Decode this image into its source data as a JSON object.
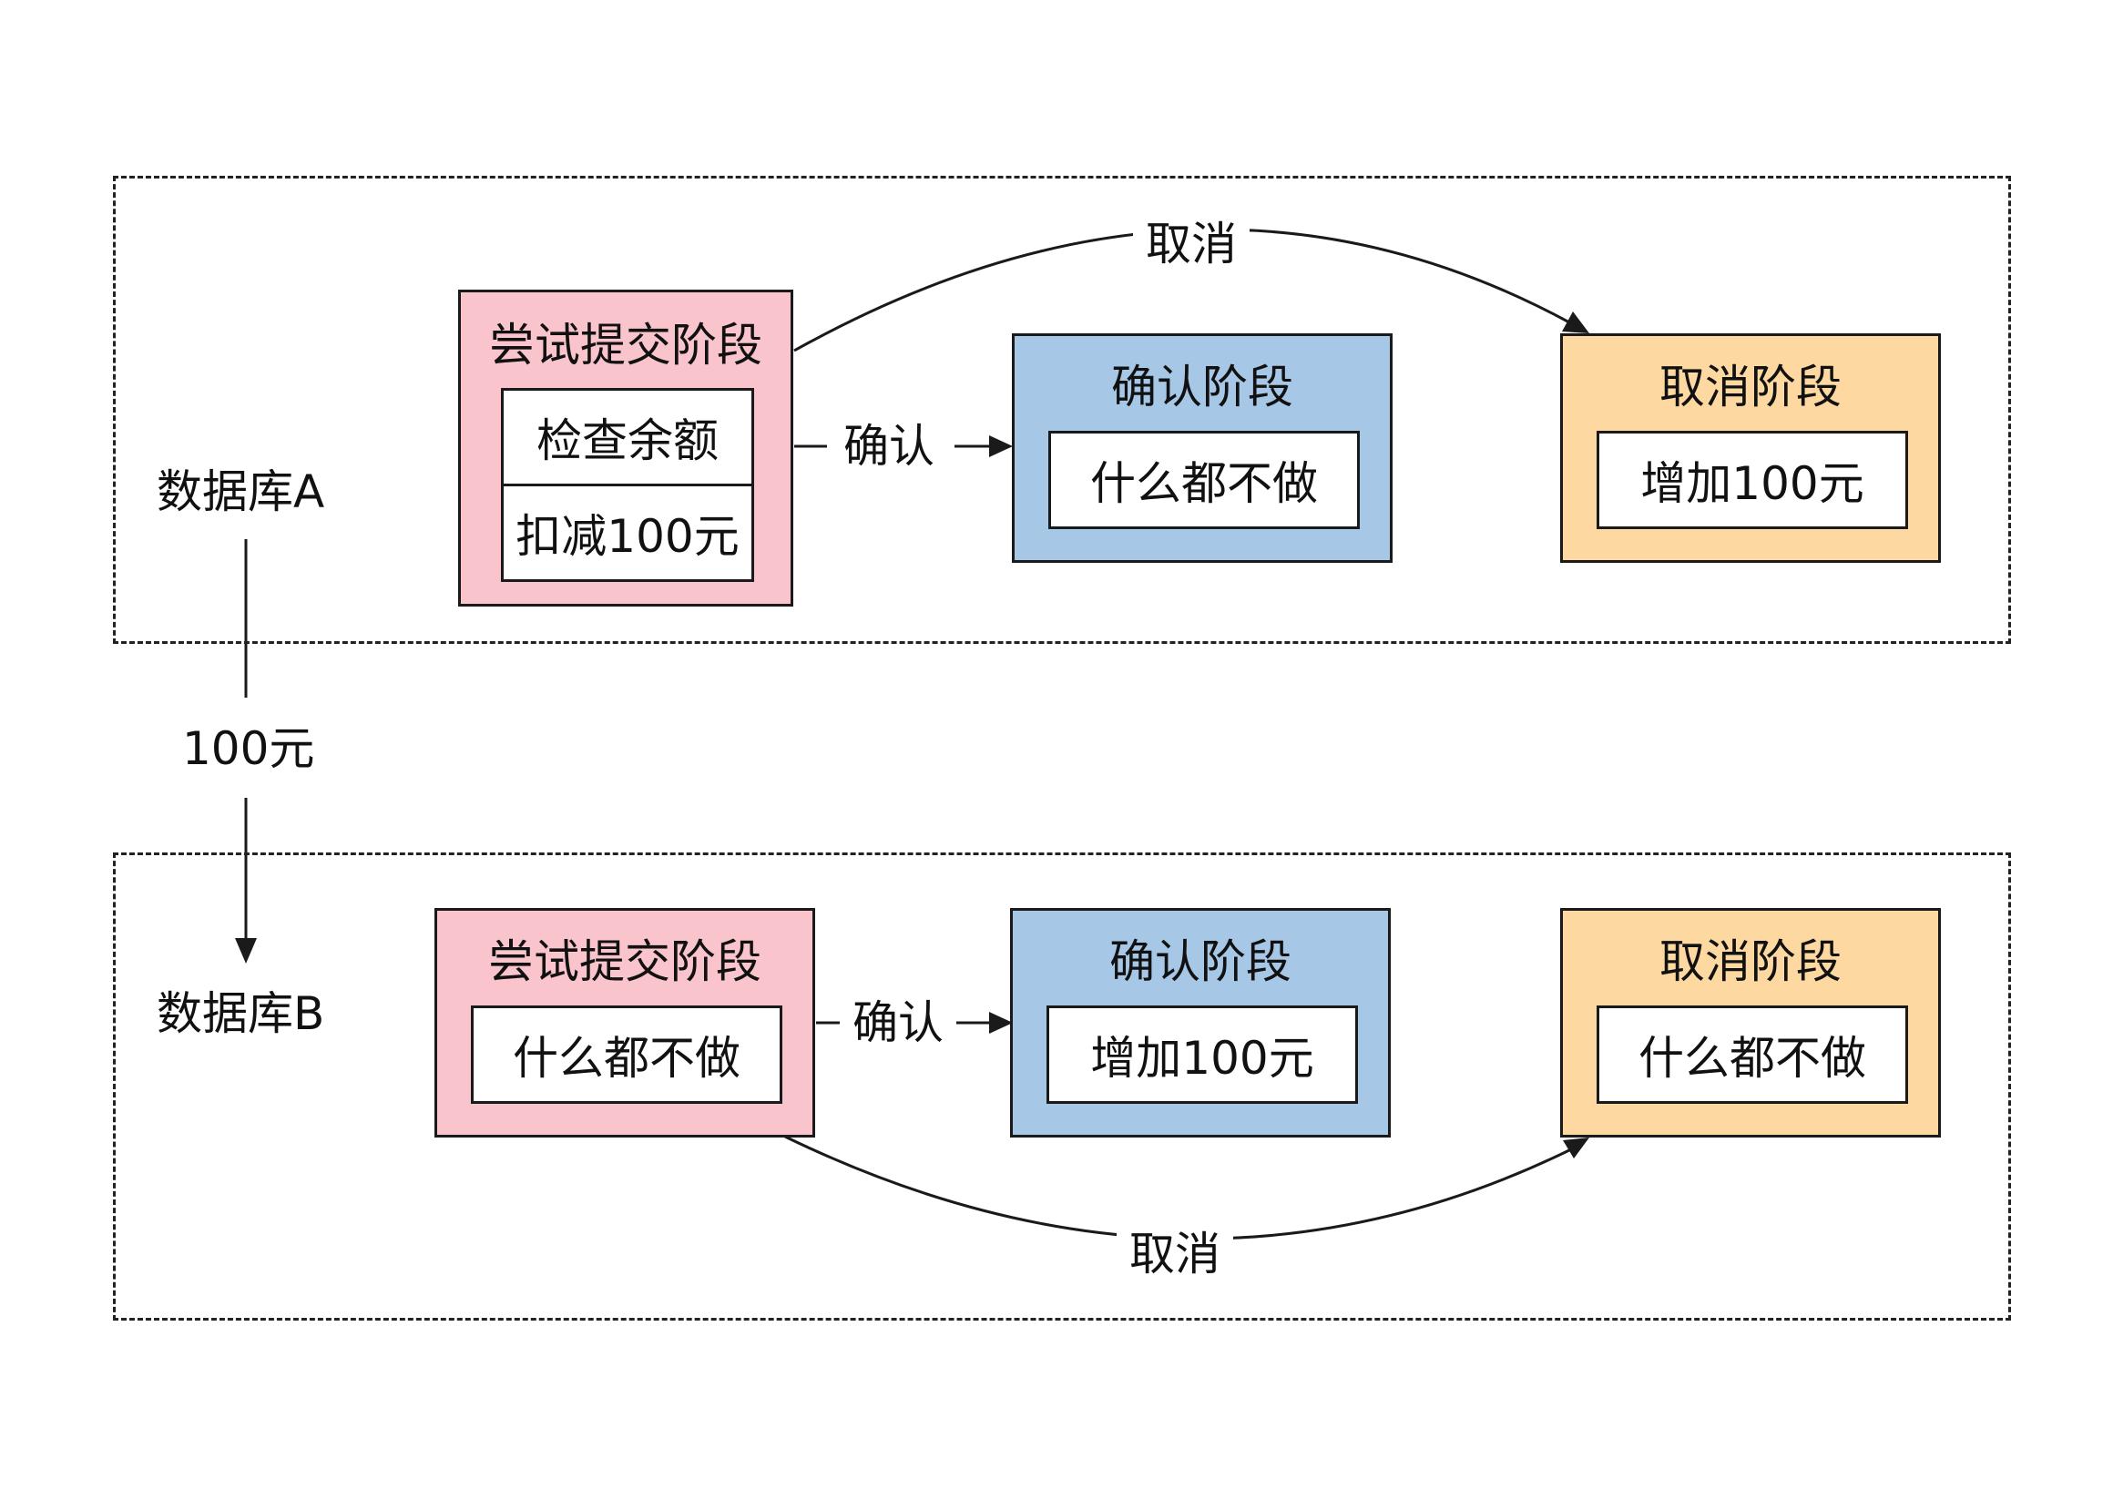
{
  "colors": {
    "try_fill": "#f9c4cc",
    "confirm_fill": "#a7c7e7",
    "cancel_fill": "#fdd9a1",
    "line": "#1a1a1a"
  },
  "transfer_label": "100元",
  "database_a": {
    "label": "数据库A",
    "try_stage": {
      "title": "尝试提交阶段",
      "actions": [
        "检查余额",
        "扣减100元"
      ]
    },
    "confirm_stage": {
      "title": "确认阶段",
      "action": "什么都不做"
    },
    "cancel_stage": {
      "title": "取消阶段",
      "action": "增加100元"
    },
    "confirm_arrow_label": "确认",
    "cancel_arrow_label": "取消"
  },
  "database_b": {
    "label": "数据库B",
    "try_stage": {
      "title": "尝试提交阶段",
      "action": "什么都不做"
    },
    "confirm_stage": {
      "title": "确认阶段",
      "action": "增加100元"
    },
    "cancel_stage": {
      "title": "取消阶段",
      "action": "什么都不做"
    },
    "confirm_arrow_label": "确认",
    "cancel_arrow_label": "取消"
  }
}
